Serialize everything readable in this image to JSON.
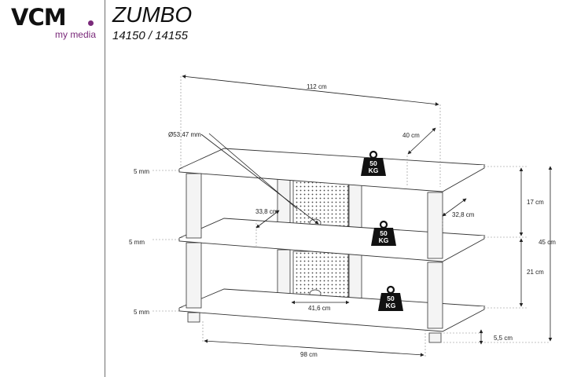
{
  "brand": {
    "name": "VCM",
    "tagline": "my media"
  },
  "product": {
    "name": "ZUMBO",
    "models": "14150 / 14155"
  },
  "dimensions": {
    "width_top": "112 cm",
    "depth": "40 cm",
    "post_diameter": "Ø53,47 mm",
    "glass_top": "5 mm",
    "glass_middle": "5 mm",
    "glass_bottom": "5 mm",
    "shelf_gap_top": "17 cm",
    "shelf_gap_bottom": "21 cm",
    "total_height": "45 cm",
    "foot_height": "5,5 cm",
    "inner_depth_left": "33,8 cm",
    "inner_depth_right": "32,8 cm",
    "panel_width": "41,6 cm",
    "base_width": "98 cm"
  },
  "load_ratings": [
    {
      "value": "50",
      "unit": "KG",
      "shelf": "top"
    },
    {
      "value": "50",
      "unit": "KG",
      "shelf": "middle"
    },
    {
      "value": "50",
      "unit": "KG",
      "shelf": "bottom"
    }
  ],
  "colors": {
    "brand_accent": "#7a2a7a",
    "line": "#333333",
    "weight_fill": "#111111"
  }
}
